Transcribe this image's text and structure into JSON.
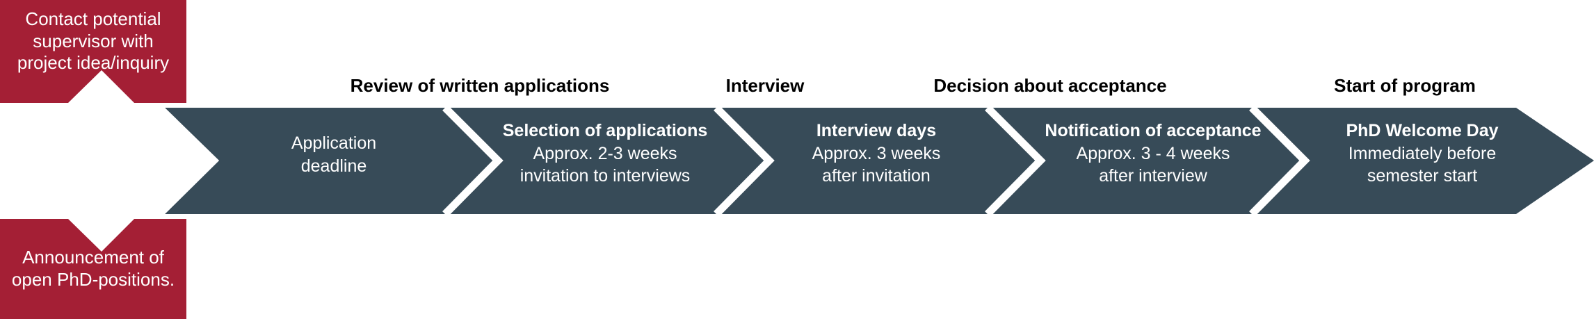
{
  "colors": {
    "accent_red": "#A41F35",
    "band_dark": "#374B58",
    "background": "#FFFFFF",
    "text_light": "#FFFFFF",
    "text_dark": "#000000"
  },
  "callouts": [
    {
      "id": "contact-supervisor",
      "position": "top-left",
      "lines": [
        "Contact potential",
        "supervisor with",
        "project idea/inquiry"
      ]
    },
    {
      "id": "announcement-positions",
      "position": "bottom-left",
      "lines": [
        "Announcement of",
        "open PhD-positions."
      ]
    }
  ],
  "stages": [
    {
      "id": "application-deadline",
      "header": "",
      "title": "",
      "lines": [
        "Application",
        "deadline"
      ],
      "title_bold": false
    },
    {
      "id": "review-of-written-applications",
      "header": "Review of written applications",
      "title": "Selection of applications",
      "lines": [
        "Approx. 2-3 weeks",
        "invitation to interviews"
      ],
      "title_bold": true
    },
    {
      "id": "interview",
      "header": "Interview",
      "title": "Interview days",
      "lines": [
        "Approx. 3 weeks",
        "after invitation"
      ],
      "title_bold": true
    },
    {
      "id": "decision-about-acceptance",
      "header": "Decision about acceptance",
      "title": "Notification of acceptance",
      "lines": [
        "Approx. 3 - 4 weeks",
        "after interview"
      ],
      "title_bold": true
    },
    {
      "id": "start-of-program",
      "header": "Start of program",
      "title": "PhD Welcome Day",
      "lines": [
        "Immediately before",
        "semester start"
      ],
      "title_bold": true
    }
  ]
}
